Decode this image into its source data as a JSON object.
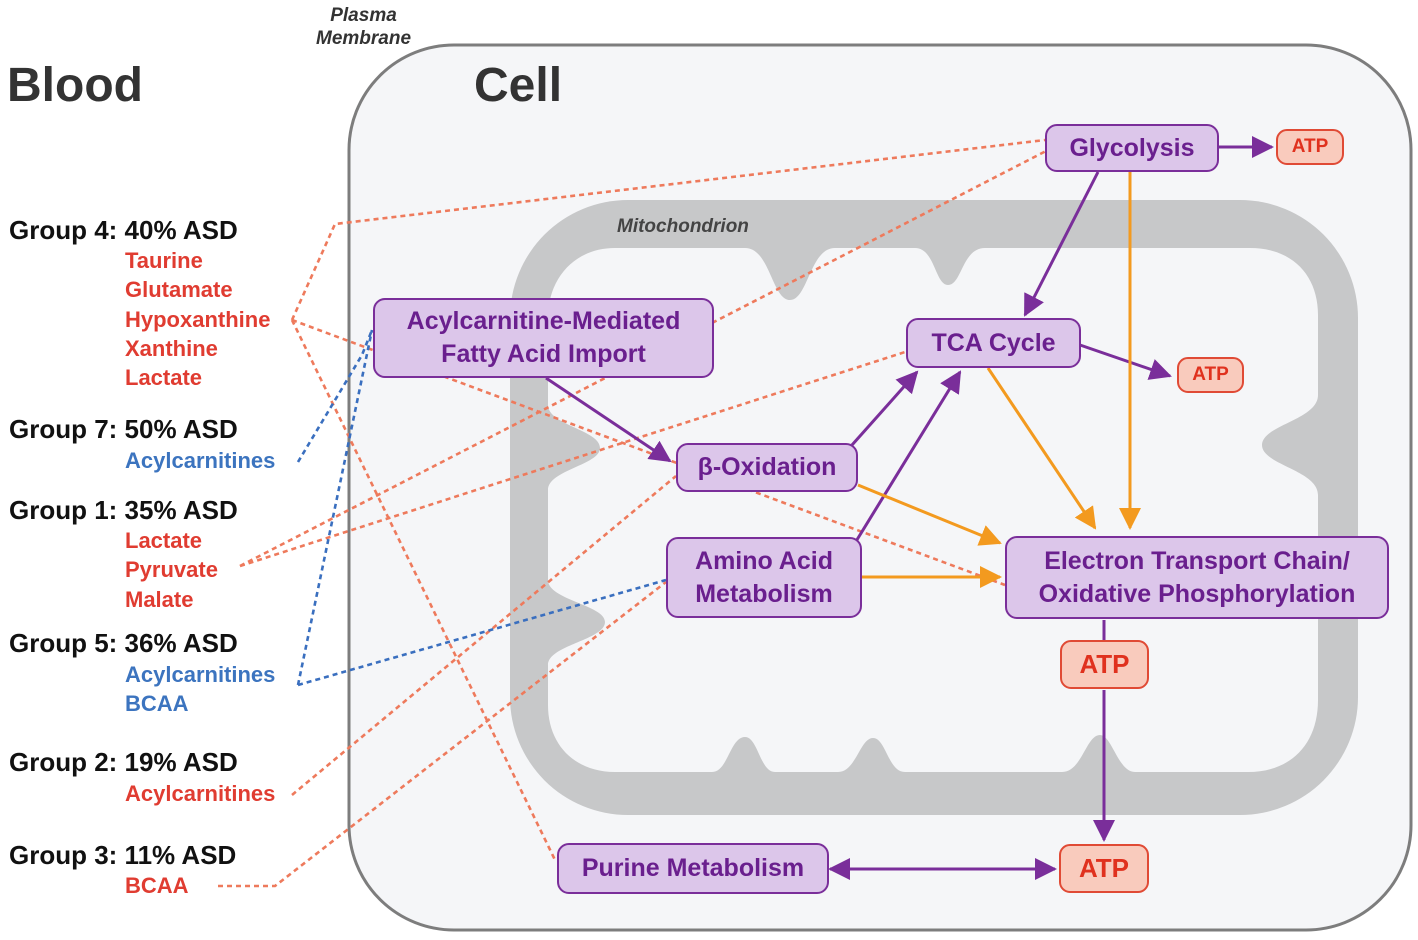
{
  "labels": {
    "blood": "Blood",
    "cell": "Cell",
    "plasma_membrane": [
      "Plasma",
      "Membrane"
    ],
    "mitochondrion": "Mitochondrion"
  },
  "groups": [
    {
      "title": "Group 4: 40% ASD",
      "metabolites": [
        {
          "text": "Taurine",
          "color": "red"
        },
        {
          "text": "Glutamate",
          "color": "red"
        },
        {
          "text": "Hypoxanthine",
          "color": "red"
        },
        {
          "text": "Xanthine",
          "color": "red"
        },
        {
          "text": "Lactate",
          "color": "red"
        }
      ]
    },
    {
      "title": "Group 7: 50% ASD",
      "metabolites": [
        {
          "text": "Acylcarnitines",
          "color": "blue"
        }
      ]
    },
    {
      "title": "Group 1: 35% ASD",
      "metabolites": [
        {
          "text": "Lactate",
          "color": "red"
        },
        {
          "text": "Pyruvate",
          "color": "red"
        },
        {
          "text": "Malate",
          "color": "red"
        }
      ]
    },
    {
      "title": "Group 5: 36% ASD",
      "metabolites": [
        {
          "text": "Acylcarnitines",
          "color": "blue"
        },
        {
          "text": "BCAA",
          "color": "blue"
        }
      ]
    },
    {
      "title": "Group 2: 19% ASD",
      "metabolites": [
        {
          "text": "Acylcarnitines",
          "color": "red"
        }
      ]
    },
    {
      "title": "Group 3: 11% ASD",
      "metabolites": [
        {
          "text": "BCAA",
          "color": "red"
        }
      ]
    }
  ],
  "processes": {
    "glycolysis": "Glycolysis",
    "acylcarnitine_import": [
      "Acylcarnitine-Mediated",
      "Fatty Acid Import"
    ],
    "tca_cycle": "TCA Cycle",
    "beta_oxidation": "β-Oxidation",
    "amino_acid": [
      "Amino Acid",
      "Metabolism"
    ],
    "etc": [
      "Electron Transport Chain/",
      "Oxidative Phosphorylation"
    ],
    "purine": "Purine Metabolism"
  },
  "atp_label": "ATP",
  "colors": {
    "process_fill": "#dcc6ea",
    "process_border": "#7a2e9a",
    "process_text": "#6a1f8e",
    "atp_fill": "#f9cbbd",
    "atp_border": "#e04a35",
    "red_metabolite": "#e03c31",
    "blue_metabolite": "#3c74bf",
    "orange_arrow": "#f39a1f",
    "purple_arrow": "#7a2e9a",
    "dashed_red": "#ee7a5c",
    "dashed_blue": "#3a6fbf",
    "mitochondrion": "#c7c8c9"
  }
}
